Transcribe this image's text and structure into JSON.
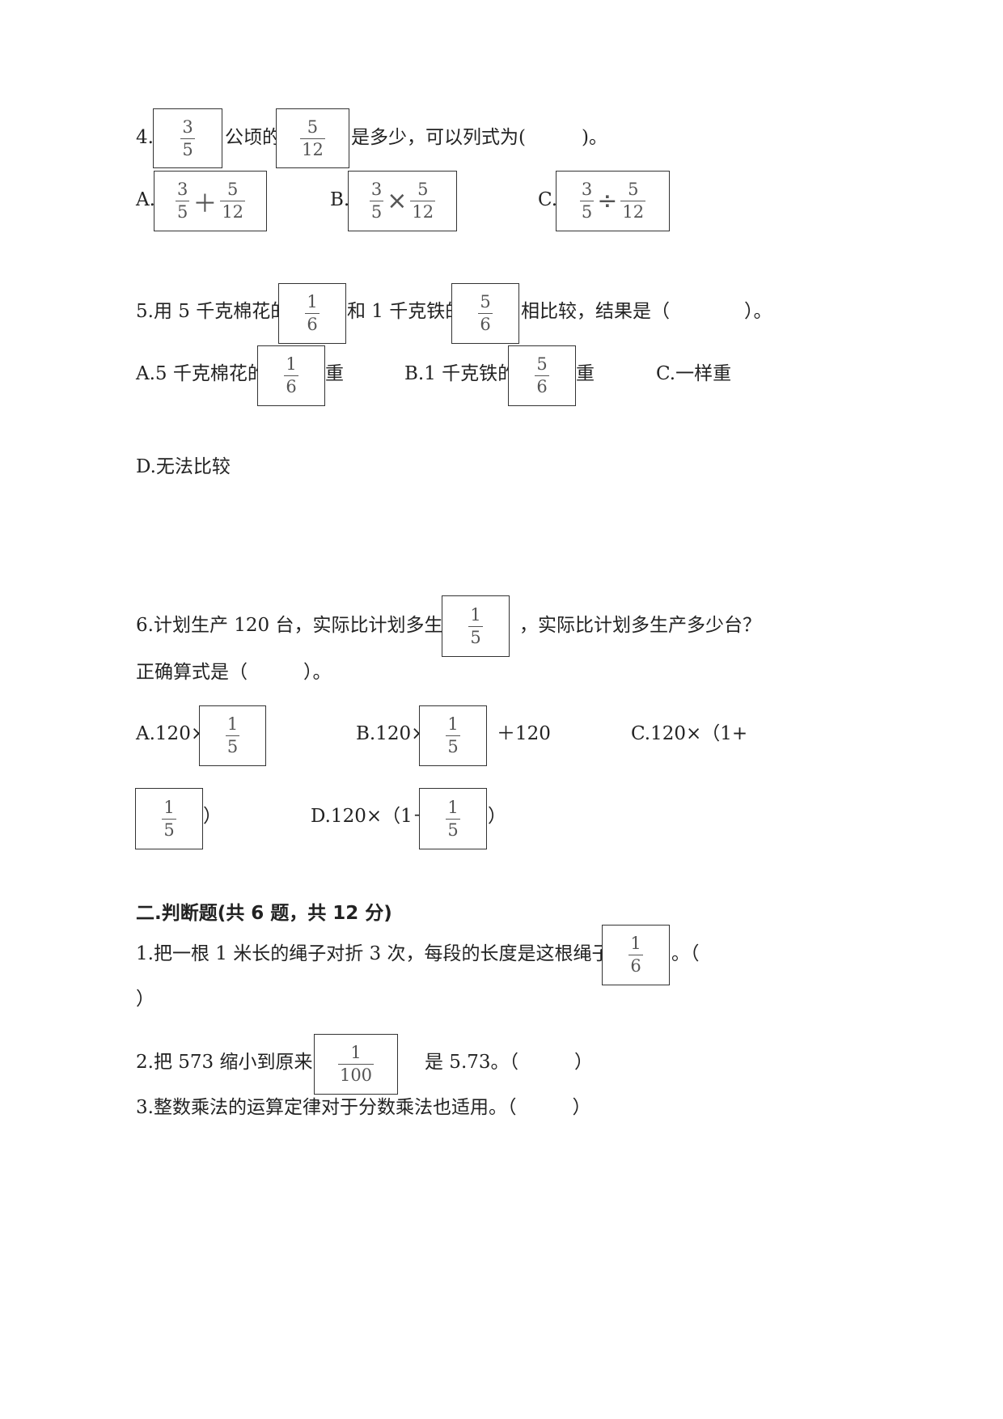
{
  "q4": {
    "num_label": "4.",
    "frac_a": {
      "n": "3",
      "d": "5"
    },
    "text_mid": "公顷的",
    "frac_b": {
      "n": "5",
      "d": "12"
    },
    "text_end": "是多少，可以列式为(　　　)。",
    "options": [
      {
        "label": "A.",
        "op": "＋"
      },
      {
        "label": "B.",
        "op": "×"
      },
      {
        "label": "C.",
        "op": "÷"
      }
    ],
    "opt_frac_a": {
      "n": "3",
      "d": "5"
    },
    "opt_frac_b": {
      "n": "5",
      "d": "12"
    }
  },
  "q5": {
    "text_a": "5.用 5 千克棉花的",
    "frac_a": {
      "n": "1",
      "d": "6"
    },
    "text_b": "和 1 千克铁的",
    "frac_b": {
      "n": "5",
      "d": "6"
    },
    "text_c": "相比较，结果是（　　　　）。",
    "optA_pre": "A.5 千克棉花的",
    "optA_post": "重",
    "optB_pre": "B.1 千克铁的",
    "optB_post": "重",
    "optC": "C.一样重",
    "optD": "D.无法比较"
  },
  "q6": {
    "text_a": "6.计划生产 120 台，实际比计划多生产",
    "frac": {
      "n": "1",
      "d": "5"
    },
    "text_b": "，实际比计划多生产多少台？",
    "line2": "正确算式是（　　　）。",
    "optA": "A.120×",
    "optB": "B.120×",
    "optB_post": "＋120",
    "optC": "C.120×（1+",
    "optC_post": "）",
    "optD": "D.120×（1－",
    "optD_post": "）"
  },
  "section2": {
    "heading": "二.判断题(共 6 题，共 12 分)",
    "j1_text": "1.把一根 1 米长的绳子对折 3 次，每段的长度是这根绳子的",
    "j1_frac": {
      "n": "1",
      "d": "6"
    },
    "j1_post": "。（",
    "j1_line2": "）",
    "j2_text": "2.把 573 缩小到原来的",
    "j2_frac": {
      "n": "1",
      "d": "100"
    },
    "j2_post": "是 5.73。（　　　）",
    "j3_text": "3.整数乘法的运算定律对于分数乘法也适用。（　　　）"
  }
}
